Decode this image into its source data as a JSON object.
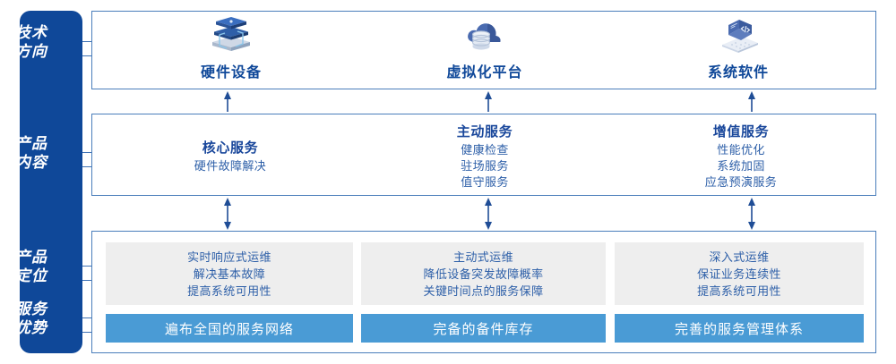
{
  "sidebar": {
    "labels": [
      {
        "name": "tech-direction",
        "line1": "技术",
        "line2": "方向"
      },
      {
        "name": "product-content",
        "line1": "产品",
        "line2": "内容"
      },
      {
        "name": "product-position",
        "line1": "产品",
        "line2": "定位"
      },
      {
        "name": "service-advantage",
        "line1": "服务",
        "line2": "优势"
      }
    ],
    "color": "#0f4899"
  },
  "tech_row": {
    "columns": [
      {
        "icon": "server-stack-icon",
        "label": "硬件设备"
      },
      {
        "icon": "cloud-database-icon",
        "label": "虚拟化平台"
      },
      {
        "icon": "laptop-code-icon",
        "label": "系统软件"
      }
    ]
  },
  "content_row": {
    "columns": [
      {
        "title": "核心服务",
        "items": [
          "硬件故障解决"
        ]
      },
      {
        "title": "主动服务",
        "items": [
          "健康检查",
          "驻场服务",
          "值守服务"
        ]
      },
      {
        "title": "增值服务",
        "items": [
          "性能优化",
          "系统加固",
          "应急预演服务"
        ]
      }
    ]
  },
  "bottom_row": {
    "cards": [
      {
        "lines": [
          "实时响应式运维",
          "解决基本故障",
          "提高系统可用性"
        ],
        "bar": "遍布全国的服务网络"
      },
      {
        "lines": [
          "主动式运维",
          "降低设备突发故障概率",
          "关键时间点的服务保障"
        ],
        "bar": "完备的备件库存"
      },
      {
        "lines": [
          "深入式运维",
          "保证业务连续性",
          "提高系统可用性"
        ],
        "bar": "完善的服务管理体系"
      }
    ]
  },
  "colors": {
    "brand_blue": "#0f4899",
    "border_blue": "#4a7ebb",
    "bar_blue": "#4a9bd5",
    "card_gray": "#eeeeee",
    "text_blue": "#2d5fa8"
  },
  "arrows": {
    "tech_to_content": "arrow-up",
    "content_to_bottom": "arrow-updown"
  }
}
